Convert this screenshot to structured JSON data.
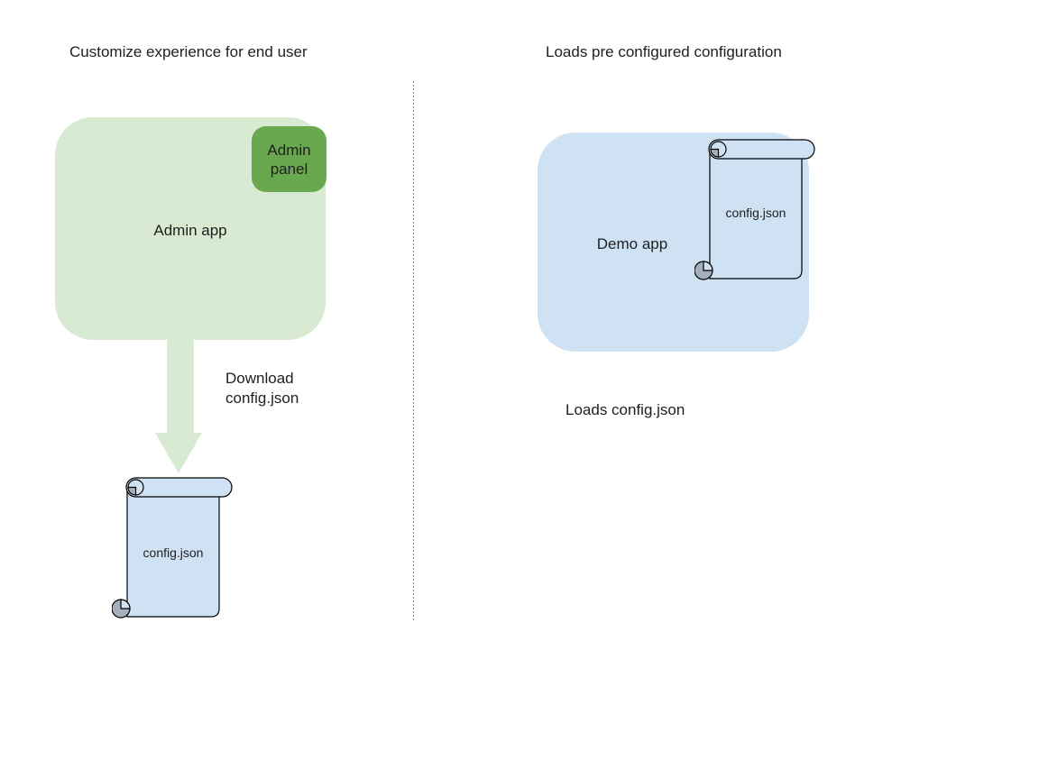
{
  "left": {
    "title": "Customize experience for end user",
    "admin_app_label": "Admin app",
    "admin_panel_label": "Admin panel",
    "arrow_label": "Download\nconfig.json",
    "config_file_label": "config.json"
  },
  "right": {
    "title": "Loads pre configured configuration",
    "demo_app_label": "Demo app",
    "config_file_label": "config.json",
    "caption": "Loads config.json"
  },
  "colors": {
    "app_green": "#d9ead3",
    "panel_green": "#6aa84f",
    "app_blue": "#cfe2f3",
    "scroll_fill": "#cfe2f3",
    "scroll_curl_gray": "#a5b0bc",
    "arrow_green": "#d9ead3",
    "divider_gray": "#8a8a8a",
    "stroke_black": "#000000"
  }
}
